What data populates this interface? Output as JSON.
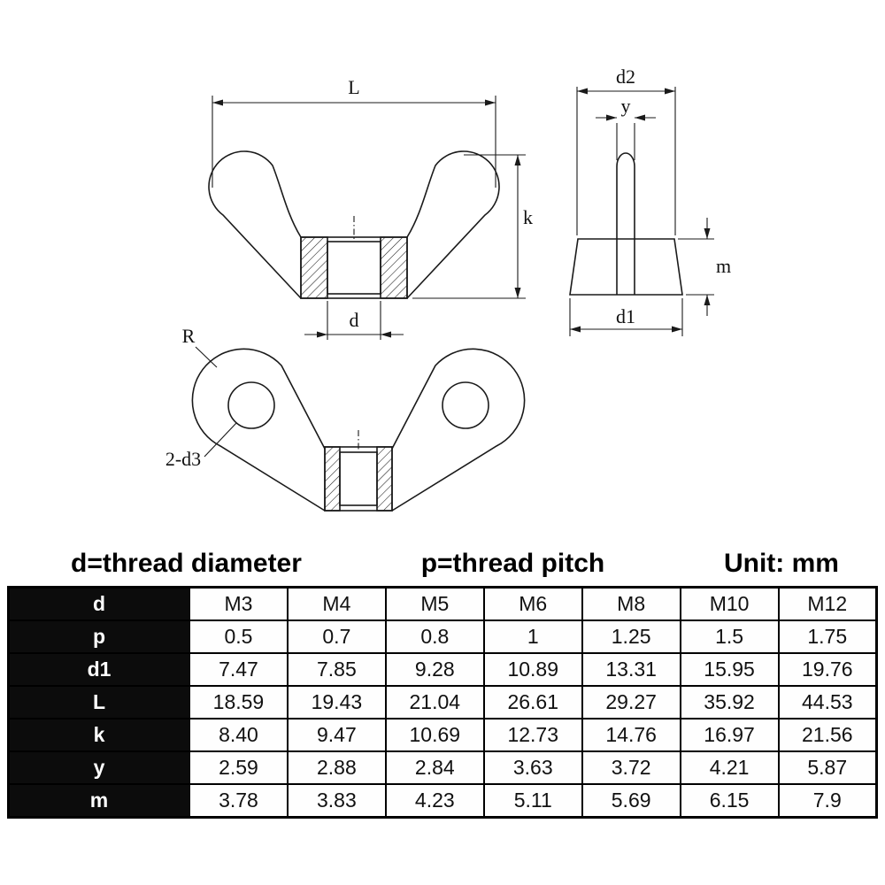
{
  "diagram": {
    "front_view": {
      "labels": {
        "L": "L",
        "k": "k",
        "d": "d"
      }
    },
    "side_view": {
      "labels": {
        "d2": "d2",
        "y": "y",
        "m": "m",
        "d1": "d1"
      }
    },
    "bottom_view": {
      "labels": {
        "R": "R",
        "holes": "2-d3"
      }
    }
  },
  "caption": {
    "thread_diameter": "d=thread diameter",
    "thread_pitch": "p=thread pitch",
    "unit": "Unit: mm"
  },
  "table": {
    "rows": [
      {
        "label": "d",
        "values": [
          "M3",
          "M4",
          "M5",
          "M6",
          "M8",
          "M10",
          "M12"
        ]
      },
      {
        "label": "p",
        "values": [
          "0.5",
          "0.7",
          "0.8",
          "1",
          "1.25",
          "1.5",
          "1.75"
        ]
      },
      {
        "label": "d1",
        "values": [
          "7.47",
          "7.85",
          "9.28",
          "10.89",
          "13.31",
          "15.95",
          "19.76"
        ]
      },
      {
        "label": "L",
        "values": [
          "18.59",
          "19.43",
          "21.04",
          "26.61",
          "29.27",
          "35.92",
          "44.53"
        ]
      },
      {
        "label": "k",
        "values": [
          "8.40",
          "9.47",
          "10.69",
          "12.73",
          "14.76",
          "16.97",
          "21.56"
        ]
      },
      {
        "label": "y",
        "values": [
          "2.59",
          "2.88",
          "2.84",
          "3.63",
          "3.72",
          "4.21",
          "5.87"
        ]
      },
      {
        "label": "m",
        "values": [
          "3.78",
          "3.83",
          "4.23",
          "5.11",
          "5.69",
          "6.15",
          "7.9"
        ]
      }
    ]
  }
}
